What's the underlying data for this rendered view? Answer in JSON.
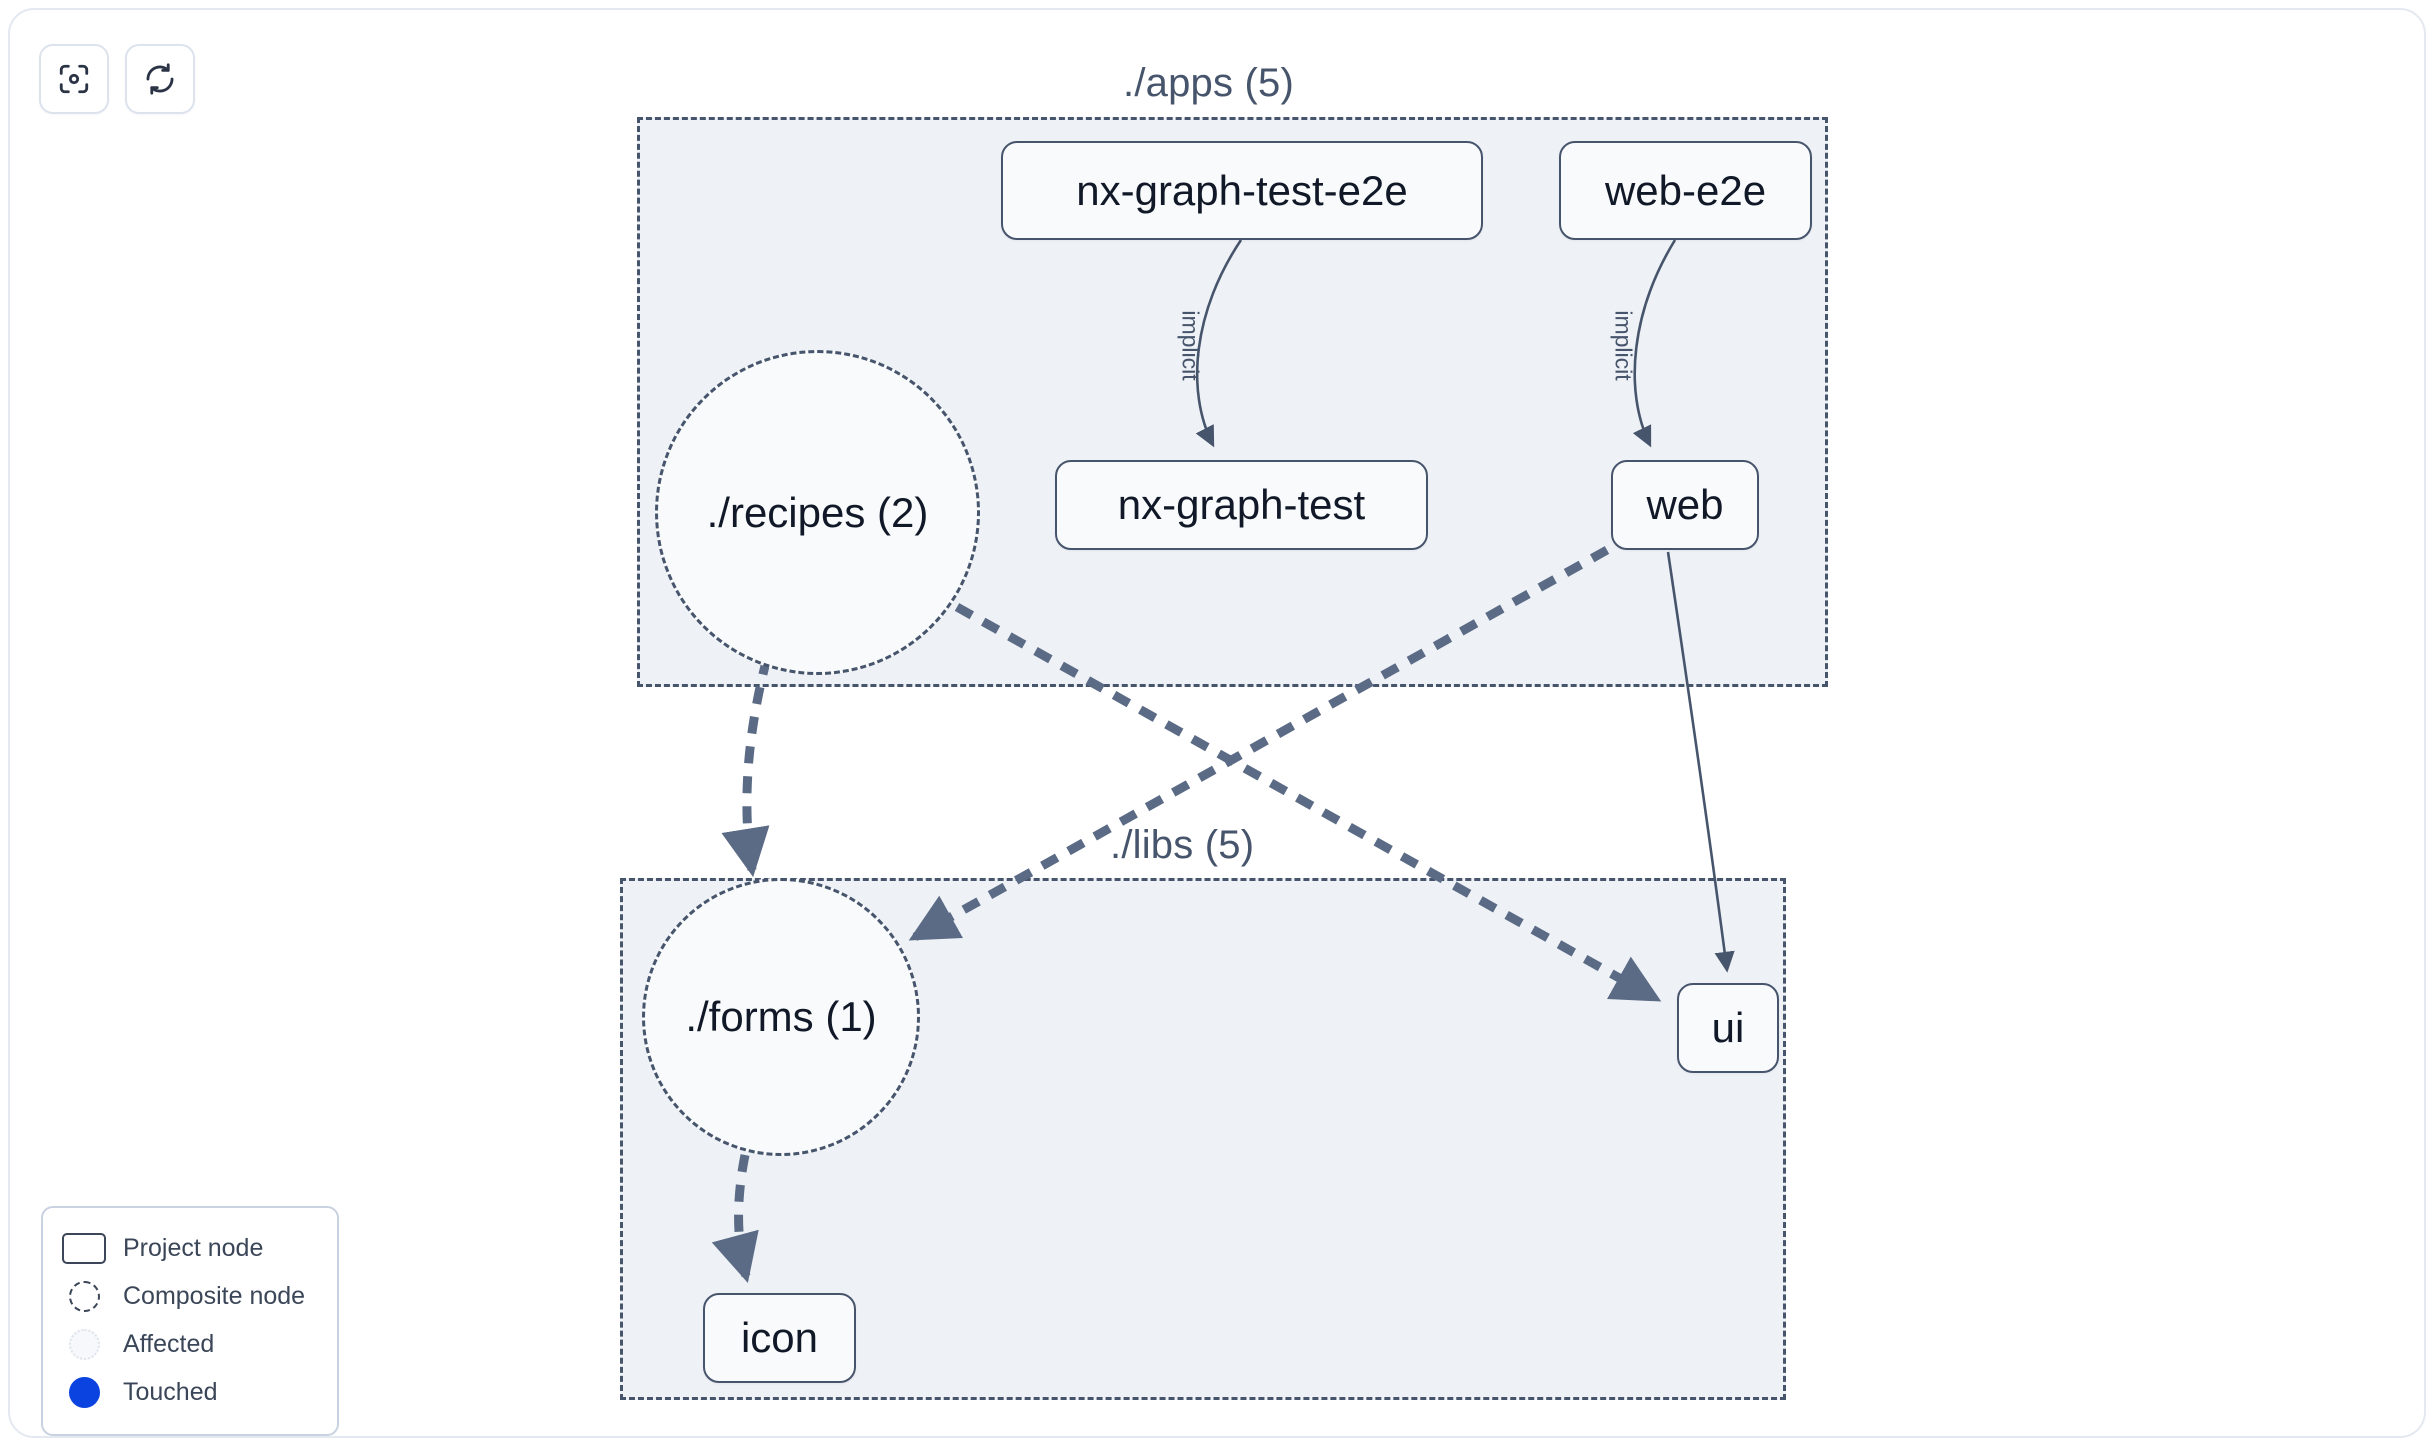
{
  "toolbar": {
    "buttons": [
      {
        "name": "focus-graph-button",
        "icon": "viewfinder-icon",
        "label": ""
      },
      {
        "name": "refresh-graph-button",
        "icon": "refresh-icon",
        "label": ""
      }
    ]
  },
  "graph": {
    "groups": [
      {
        "id": "apps",
        "label": "./apps (5)"
      },
      {
        "id": "libs",
        "label": "./libs (5)"
      }
    ],
    "composite_nodes": [
      {
        "id": "recipes",
        "label": "./recipes (2)",
        "group": "apps"
      },
      {
        "id": "forms",
        "label": "./forms (1)",
        "group": "libs"
      }
    ],
    "project_nodes": [
      {
        "id": "nx-graph-test-e2e",
        "label": "nx-graph-test-e2e",
        "group": "apps"
      },
      {
        "id": "web-e2e",
        "label": "web-e2e",
        "group": "apps"
      },
      {
        "id": "nx-graph-test",
        "label": "nx-graph-test",
        "group": "apps"
      },
      {
        "id": "web",
        "label": "web",
        "group": "apps"
      },
      {
        "id": "ui",
        "label": "ui",
        "group": "libs"
      },
      {
        "id": "icon",
        "label": "icon",
        "group": "libs"
      }
    ],
    "edges": [
      {
        "from": "nx-graph-test-e2e",
        "to": "nx-graph-test",
        "label": "implicit",
        "style": "solid"
      },
      {
        "from": "web-e2e",
        "to": "web",
        "label": "implicit",
        "style": "solid"
      },
      {
        "from": "web",
        "to": "ui",
        "label": "",
        "style": "solid"
      },
      {
        "from": "recipes",
        "to": "forms",
        "label": "",
        "style": "dashed"
      },
      {
        "from": "recipes",
        "to": "ui",
        "label": "",
        "style": "dashed"
      },
      {
        "from": "web",
        "to": "forms",
        "label": "",
        "style": "dashed"
      },
      {
        "from": "forms",
        "to": "icon",
        "label": "",
        "style": "dashed"
      }
    ]
  },
  "legend": {
    "items": [
      {
        "swatch": "project-node-swatch",
        "label": "Project node"
      },
      {
        "swatch": "composite-node-swatch",
        "label": "Composite node"
      },
      {
        "swatch": "affected-swatch",
        "label": "Affected"
      },
      {
        "swatch": "touched-swatch",
        "label": "Touched"
      }
    ]
  },
  "colors": {
    "group_fill": "#eef1f6",
    "stroke": "#47556c",
    "node_fill": "#f8fafc",
    "node_text": "#111827",
    "touched": "#0b43e0",
    "page_bg": "#ffffff"
  }
}
